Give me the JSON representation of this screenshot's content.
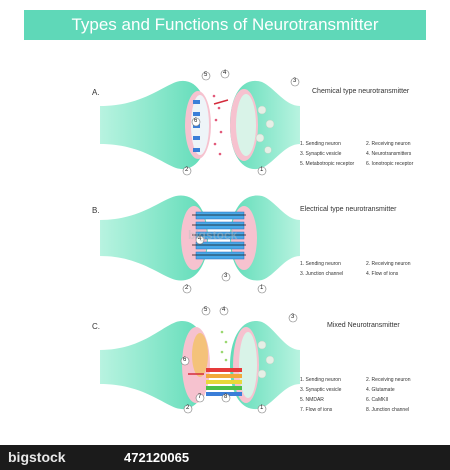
{
  "title": "Types and Functions of Neurotransmitter",
  "sections": [
    {
      "letter": "A.",
      "caption": "Chemical type neurotransmitter",
      "legend": [
        "1. Sending neuron",
        "2. Receiving neuron",
        "3. Synaptic vesicle",
        "4. Neurotransmitters",
        "5. Metabotropic receptor",
        "6. Ionotropic receptor"
      ],
      "numbers": [
        "5",
        "4",
        "3",
        "6",
        "2",
        "1"
      ]
    },
    {
      "letter": "B.",
      "caption": "Electrical type neurotransmitter",
      "legend": [
        "1. Sending neuron",
        "2. Receiving neuron",
        "3. Junction channel",
        "4. Flow of ions"
      ],
      "numbers": [
        "4",
        "2",
        "3",
        "1"
      ]
    },
    {
      "letter": "C.",
      "caption": "Mixed Neurotransmitter",
      "legend": [
        "1. Sending neuron",
        "2. Receiving neuron",
        "3. Synaptic vesicle",
        "4. Glutamate",
        "5. NMDAR",
        "6. CaMKII",
        "7. Flow of ions",
        "8. Junction channel"
      ],
      "numbers": [
        "5",
        "4",
        "3",
        "6",
        "2",
        "7",
        "8",
        "1"
      ]
    }
  ],
  "footer": {
    "watermark": "bigstock",
    "image_id": "472120065"
  },
  "colors": {
    "banner": "#5fd8b8",
    "neuron": "#6fe8c4",
    "membrane": "#f4b8c8"
  }
}
